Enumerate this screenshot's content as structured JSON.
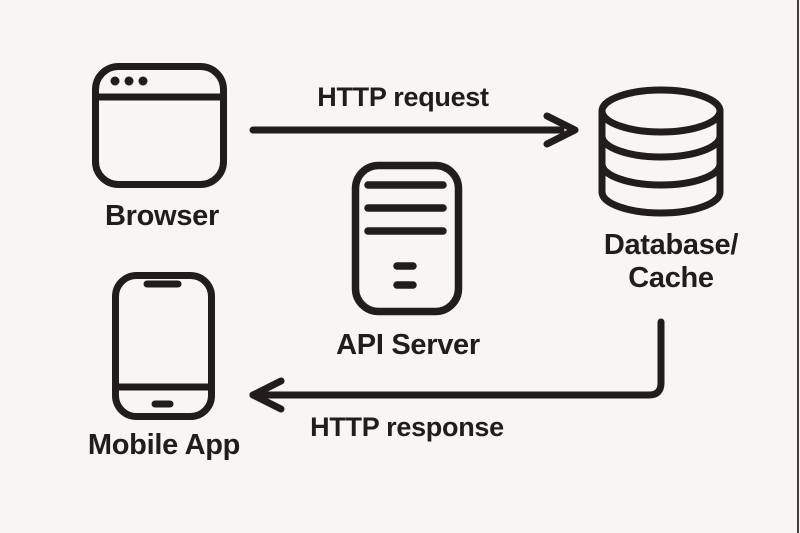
{
  "colors": {
    "background": "#f8f6f2",
    "line": "#201d1a"
  },
  "nodes": {
    "browser": {
      "label": "Browser",
      "icon": "browser-window-icon"
    },
    "api_server": {
      "label": "API Server",
      "icon": "server-icon"
    },
    "database": {
      "label": "Database/\nCache",
      "icon": "database-cylinder-icon"
    },
    "mobile_app": {
      "label": "Mobile App",
      "icon": "smartphone-icon"
    }
  },
  "edges": {
    "request": {
      "label": "HTTP request",
      "from": "Browser",
      "to": "Database/Cache",
      "direction": "right"
    },
    "response": {
      "label": "HTTP response",
      "from": "Database/Cache",
      "to": "Mobile App",
      "direction": "left"
    }
  }
}
